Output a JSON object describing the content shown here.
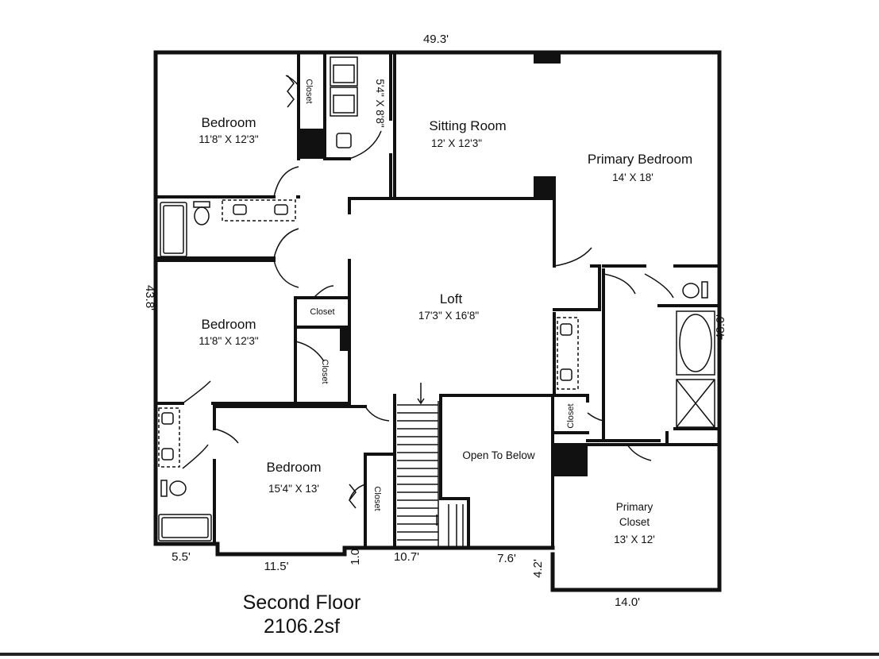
{
  "floor": {
    "title": "Second Floor",
    "area": "2106.2sf"
  },
  "outer_dimensions": {
    "top": "49.3'",
    "left": "43.8'",
    "right": "48.0'",
    "bottom_5_5": "5.5'",
    "bottom_11_5": "11.5'",
    "bottom_1_0": "1.0'",
    "bottom_10_7": "10.7'",
    "bottom_7_6": "7.6'",
    "bottom_4_2": "4.2'",
    "bottom_14_0": "14.0'"
  },
  "rooms": {
    "bedroom1": {
      "name": "Bedroom",
      "size": "11'8\" X 12'3\""
    },
    "bedroom2": {
      "name": "Bedroom",
      "size": "11'8\" X 12'3\""
    },
    "bedroom3": {
      "name": "Bedroom",
      "size": "15'4\" X 13'"
    },
    "sitting": {
      "name": "Sitting Room",
      "size": "12' X 12'3\""
    },
    "primary_bedroom": {
      "name": "Primary Bedroom",
      "size": "14' X 18'"
    },
    "loft": {
      "name": "Loft",
      "size": "17'3\" X 16'8\""
    },
    "open_below": {
      "name": "Open To Below"
    },
    "primary_closet": {
      "name_line1": "Primary",
      "name_line2": "Closet",
      "size": "13' X 12'"
    },
    "laundry": {
      "size": "5'4\" X 8'8\""
    }
  },
  "closets": {
    "c1": "Closet",
    "c2": "Closet",
    "c3": "Closet",
    "c4": "Closet",
    "c5": "Closet"
  }
}
